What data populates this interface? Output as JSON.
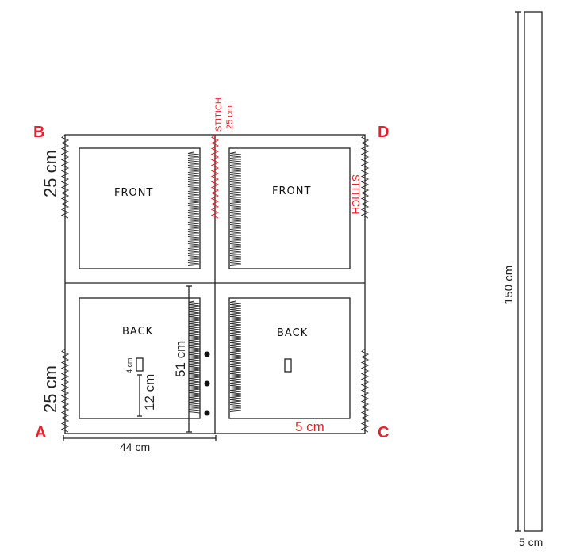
{
  "colors": {
    "accent_red": "#e8202a",
    "line": "#222222"
  },
  "corners": {
    "a": "A",
    "b": "B",
    "c": "C",
    "d": "D"
  },
  "panels": {
    "top_left": "FRONT",
    "top_right": "FRONT",
    "bottom_left": "BACK",
    "bottom_right": "BACK"
  },
  "dimensions": {
    "left_top_height": "25 cm",
    "left_bottom_height": "25 cm",
    "width": "44 cm",
    "panel_height": "51 cm",
    "slot_height": "4 cm",
    "slot_offset": "12 cm",
    "seam": "5 cm",
    "stitch_length": "25 cm",
    "strap_length": "150 cm",
    "strap_width": "5 cm"
  },
  "stitch_labels": {
    "center": "STITICH",
    "right": "STITICH"
  }
}
